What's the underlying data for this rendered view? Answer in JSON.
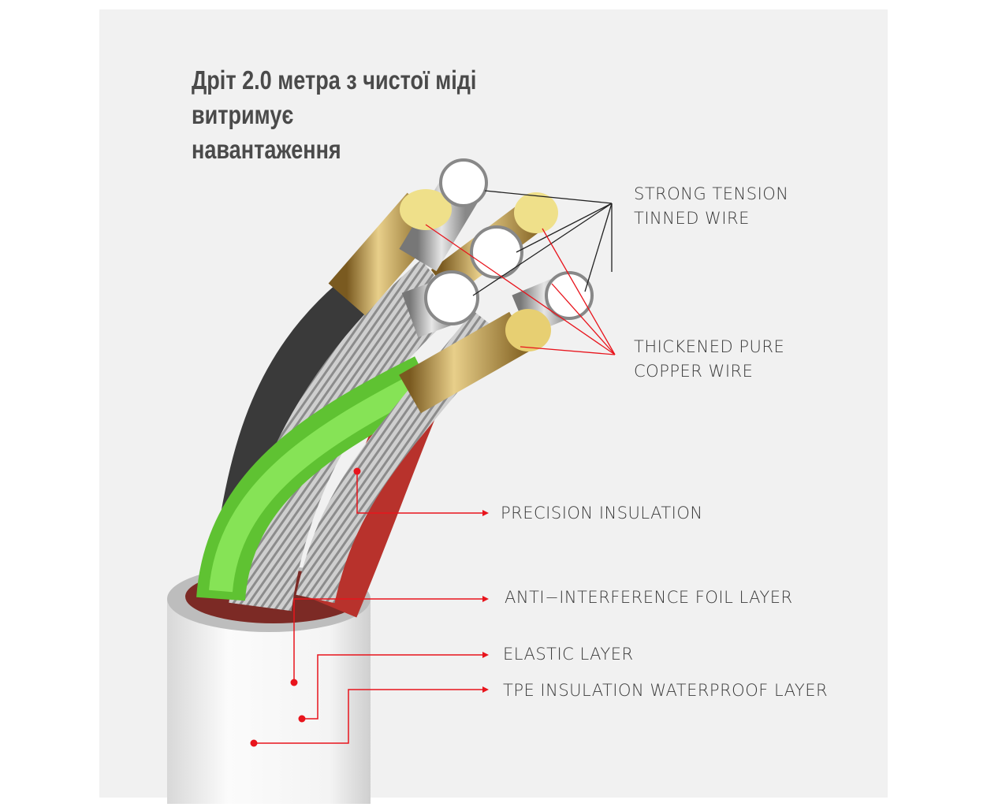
{
  "title": {
    "line1": "Дріт 2.0 метра з чистої міді витримує",
    "line2": "навантаження"
  },
  "labels": {
    "tension_1": "STRONG TENSION",
    "tension_2": "TINNED WIRE",
    "copper_1": "THICKENED PURE",
    "copper_2": "COPPER WIRE",
    "precision": "PRECISION INSULATION",
    "foil": "ANTI−INTERFERENCE FOIL LAYER",
    "elastic": "ELASTIC LAYER",
    "tpe": "TPE INSULATION WATERPROOF LAYER"
  },
  "colors": {
    "background": "#f1f1f1",
    "leader": "#e8141c",
    "green": "#6bd63a",
    "red": "#b8322c",
    "copper": "#c9a24a"
  }
}
